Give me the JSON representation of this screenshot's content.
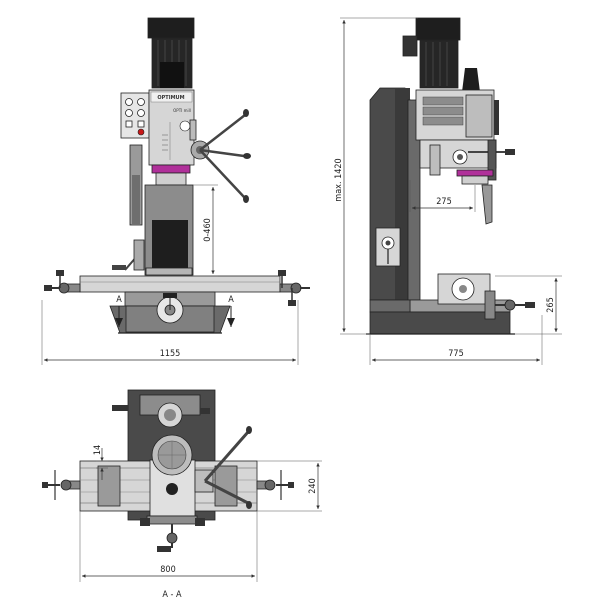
{
  "front_view": {
    "brand_label": "OPTIMUM",
    "model_label": "OPTI mill",
    "quill_travel": "0-460",
    "overall_width": "1155",
    "section_mark": "A",
    "section_mark_right": "A"
  },
  "side_view": {
    "max_height": "max. 1420",
    "spindle_offset": "275",
    "table_height": "265",
    "overall_depth": "775"
  },
  "section_view": {
    "slot_width": "14",
    "table_width": "240",
    "table_length": "800",
    "section_title": "A - A"
  },
  "colors": {
    "machine_body": "#8c8c8c",
    "dark_gray": "#4a4a4a",
    "motor_black": "#1e1e1e",
    "light_gray": "#d6d6d6",
    "accent_magenta": "#b0309a",
    "warning_red": "#c81818"
  }
}
